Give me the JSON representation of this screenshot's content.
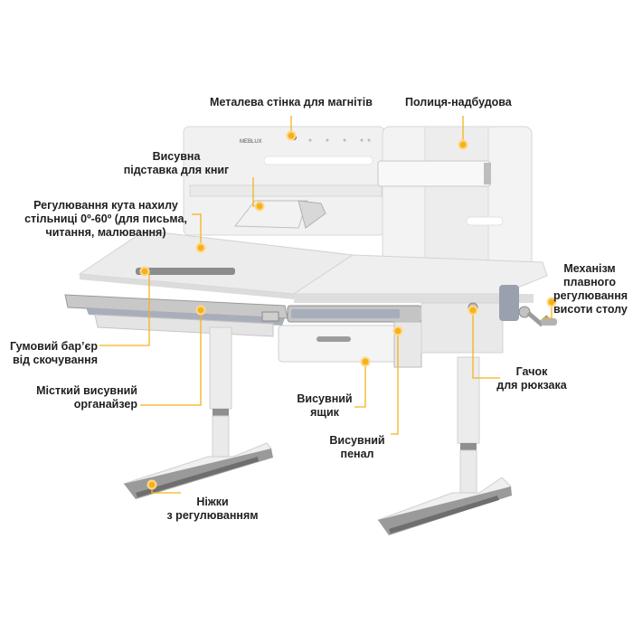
{
  "image": {
    "description_free": true,
    "accent_color": "#f5b21b",
    "logo_text": "MEBLUX"
  },
  "labels": {
    "magnet_wall": [
      "Металева стінка для магнітів"
    ],
    "shelf_top": [
      "Полиця-надбудова"
    ],
    "book_stand": [
      "Висувна",
      "підставка для книг"
    ],
    "tilt": [
      "Регулювання кута нахилу",
      "стільниці 0º-60º (для письма,",
      "читання, малювання)"
    ],
    "height_mech": [
      "Механізм",
      "плавного",
      "регулювання",
      "висоти столу"
    ],
    "rubber_barrier": [
      "Гумовий бар’єр",
      "від скочування"
    ],
    "organizer": [
      "Місткий висувний",
      "органайзер"
    ],
    "hook": [
      "Гачок",
      "для рюкзака"
    ],
    "drawer": [
      "Висувний",
      "ящик"
    ],
    "pencil_case": [
      "Висувний",
      "пенал"
    ],
    "legs": [
      "Ніжки",
      "з регулюванням"
    ]
  }
}
